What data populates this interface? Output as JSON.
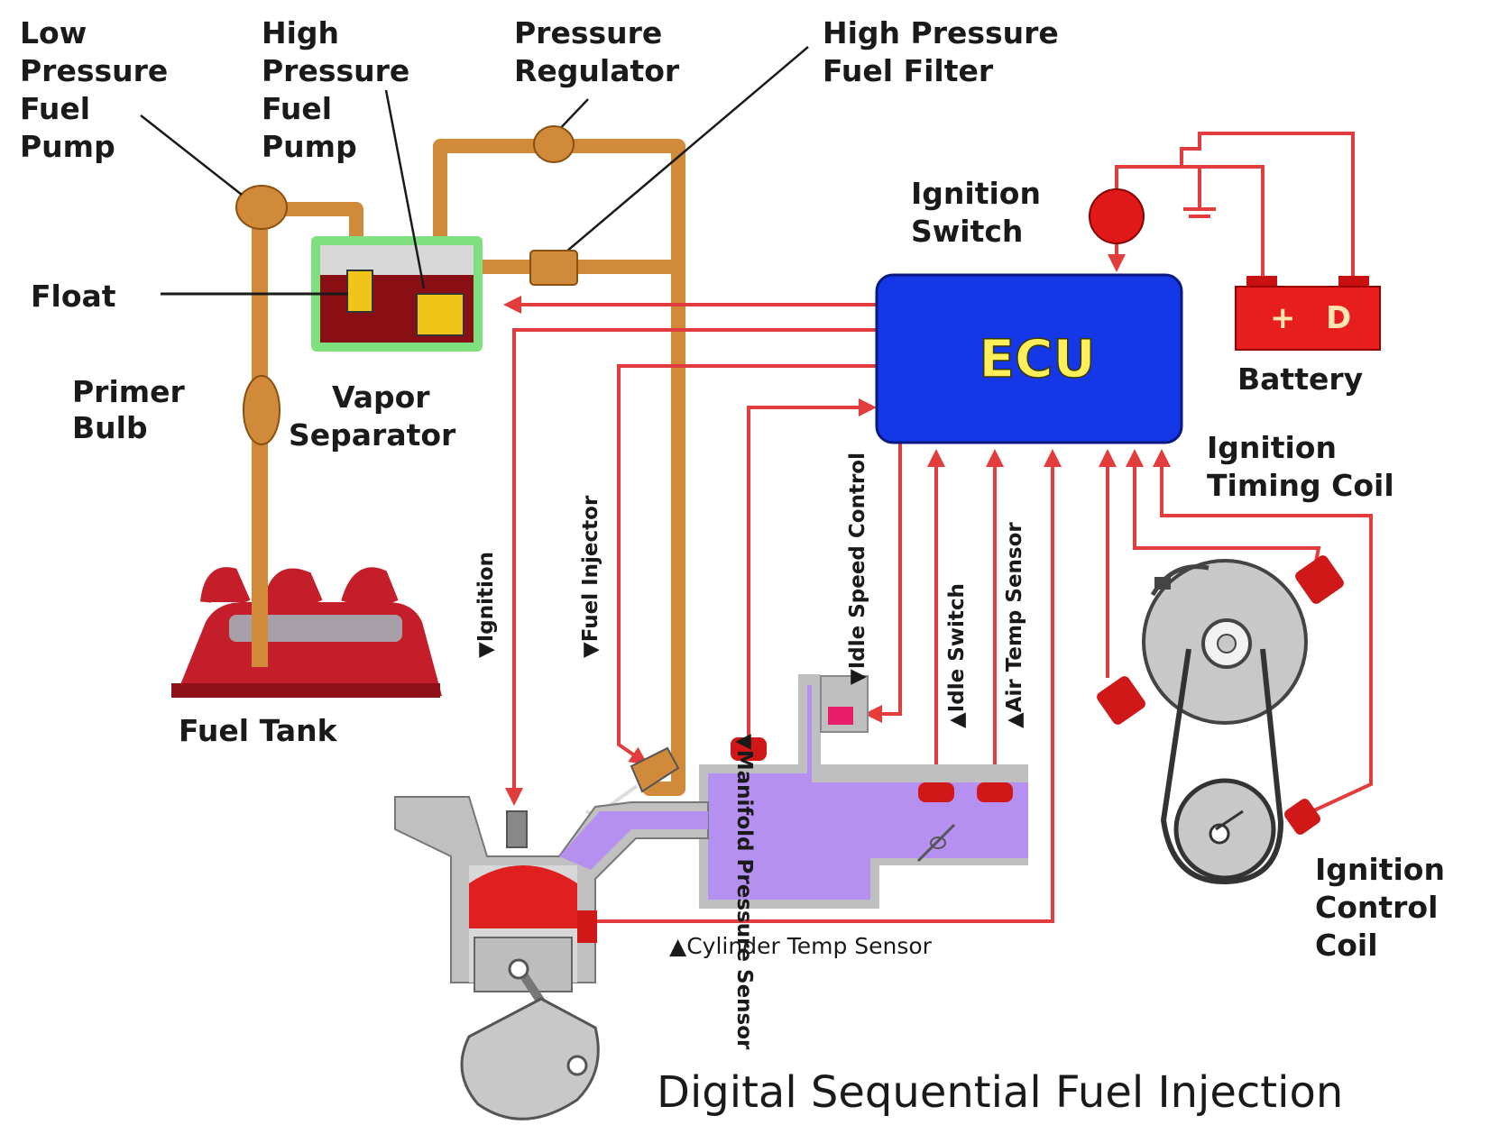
{
  "colors": {
    "fuel_line": "#d18a3a",
    "fuel_line_dark": "#9a5a20",
    "wire": "#e23c3c",
    "ecu": "#1437e8",
    "ecu_text": "#ffef5a",
    "tank": "#c41e2a",
    "battery": "#e81e1e",
    "intake": "#b690f0",
    "vapor_box": "#8a0f14",
    "float": "#f0c419",
    "highlight": "#7fe07f",
    "engine_gray": "#c8c8c8"
  },
  "labels": {
    "low_pressure_pump": [
      "Low",
      "Pressure",
      "Fuel",
      "Pump"
    ],
    "high_pressure_pump": [
      "High",
      "Pressure",
      "Fuel",
      "Pump"
    ],
    "pressure_regulator": [
      "Pressure",
      "Regulator"
    ],
    "high_pressure_filter": [
      "High Pressure",
      "Fuel Filter"
    ],
    "float": "Float",
    "primer_bulb": [
      "Primer",
      "Bulb"
    ],
    "vapor_separator": [
      "Vapor",
      "Separator"
    ],
    "fuel_tank": "Fuel Tank",
    "ignition_switch": [
      "Ignition",
      "Switch"
    ],
    "ecu": "ECU",
    "battery": "Battery",
    "battery_plus": "+",
    "battery_minus": "D",
    "ignition_timing_coil": [
      "Ignition",
      "Timing Coil"
    ],
    "ignition_control_coil": [
      "Ignition",
      "Control",
      "Coil"
    ],
    "cylinder_temp_sensor": "▲Cylinder Temp Sensor",
    "title": "Digital Sequential Fuel Injection"
  },
  "vertical_labels": {
    "ignition": "▼Ignition",
    "fuel_injector": "▼Fuel Injector",
    "manifold_pressure_sensor": "▼Manifold Pressure Sensor",
    "idle_speed_control": "▼Idle Speed Control",
    "idle_switch": "▲Idle Switch",
    "air_temp_sensor": "▲Air Temp Sensor"
  }
}
